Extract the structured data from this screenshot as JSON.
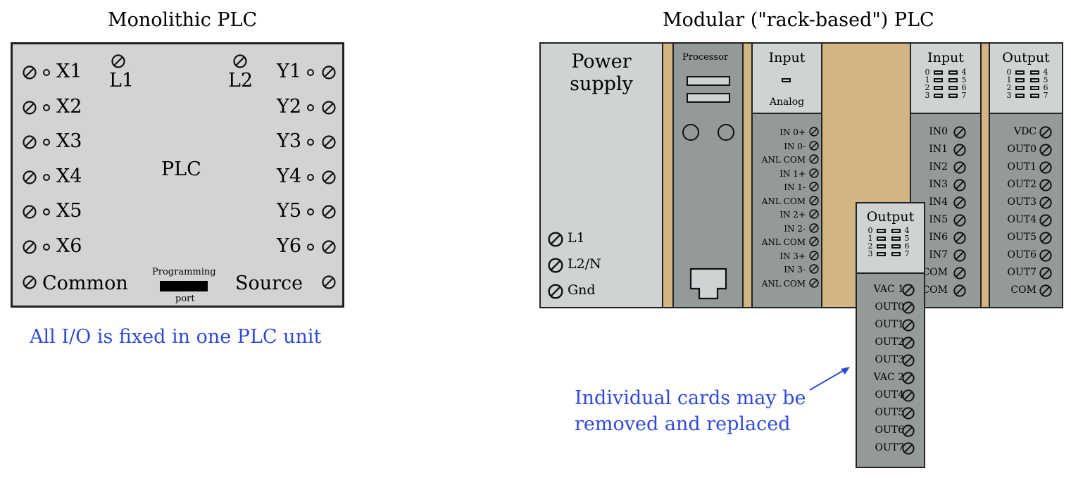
{
  "monolithic": {
    "title": "Monolithic PLC",
    "center_label": "PLC",
    "power_terminals": [
      "L1",
      "L2"
    ],
    "inputs": [
      "X1",
      "X2",
      "X3",
      "X4",
      "X5",
      "X6"
    ],
    "outputs": [
      "Y1",
      "Y2",
      "Y3",
      "Y4",
      "Y5",
      "Y6"
    ],
    "common": "Common",
    "source": "Source",
    "port_top": "Programming",
    "port_bottom": "port",
    "caption": "All I/O is fixed in one PLC unit"
  },
  "rack": {
    "title": "Modular (\"rack-based\") PLC",
    "power_supply": {
      "line1": "Power",
      "line2": "supply",
      "terminals": [
        "L1",
        "L2/N",
        "Gnd"
      ]
    },
    "processor": {
      "label": "Processor"
    },
    "analog_input": {
      "title": "Input",
      "sub": "Analog",
      "terminals": [
        "IN 0+",
        "IN 0-",
        "ANL COM",
        "IN 1+",
        "IN 1-",
        "ANL COM",
        "IN 2+",
        "IN 2-",
        "ANL COM",
        "IN 3+",
        "IN 3-",
        "ANL COM"
      ]
    },
    "digital_input": {
      "title": "Input",
      "terminals": [
        "IN0",
        "IN1",
        "IN2",
        "IN3",
        "IN4",
        "IN5",
        "IN6",
        "IN7",
        "COM",
        "COM"
      ]
    },
    "dc_output": {
      "title": "Output",
      "terminals": [
        "VDC",
        "OUT0",
        "OUT1",
        "OUT2",
        "OUT3",
        "OUT4",
        "OUT5",
        "OUT6",
        "OUT7",
        "COM"
      ]
    },
    "removed_card": {
      "title": "Output",
      "terminals": [
        "VAC 1",
        "OUT0",
        "OUT1",
        "OUT2",
        "OUT3",
        "VAC 2",
        "OUT4",
        "OUT5",
        "OUT6",
        "OUT7"
      ]
    },
    "led_left_numbers": [
      "0",
      "1",
      "2",
      "3"
    ],
    "led_right_numbers": [
      "4",
      "5",
      "6",
      "7"
    ],
    "caption_line1": "Individual cards may be",
    "caption_line2": "removed and replaced"
  },
  "colors": {
    "caption": "#2f4bd6",
    "module_dark": "#94999a",
    "module_light": "#cfd3d4",
    "rack_backplane": "#d3b483"
  }
}
